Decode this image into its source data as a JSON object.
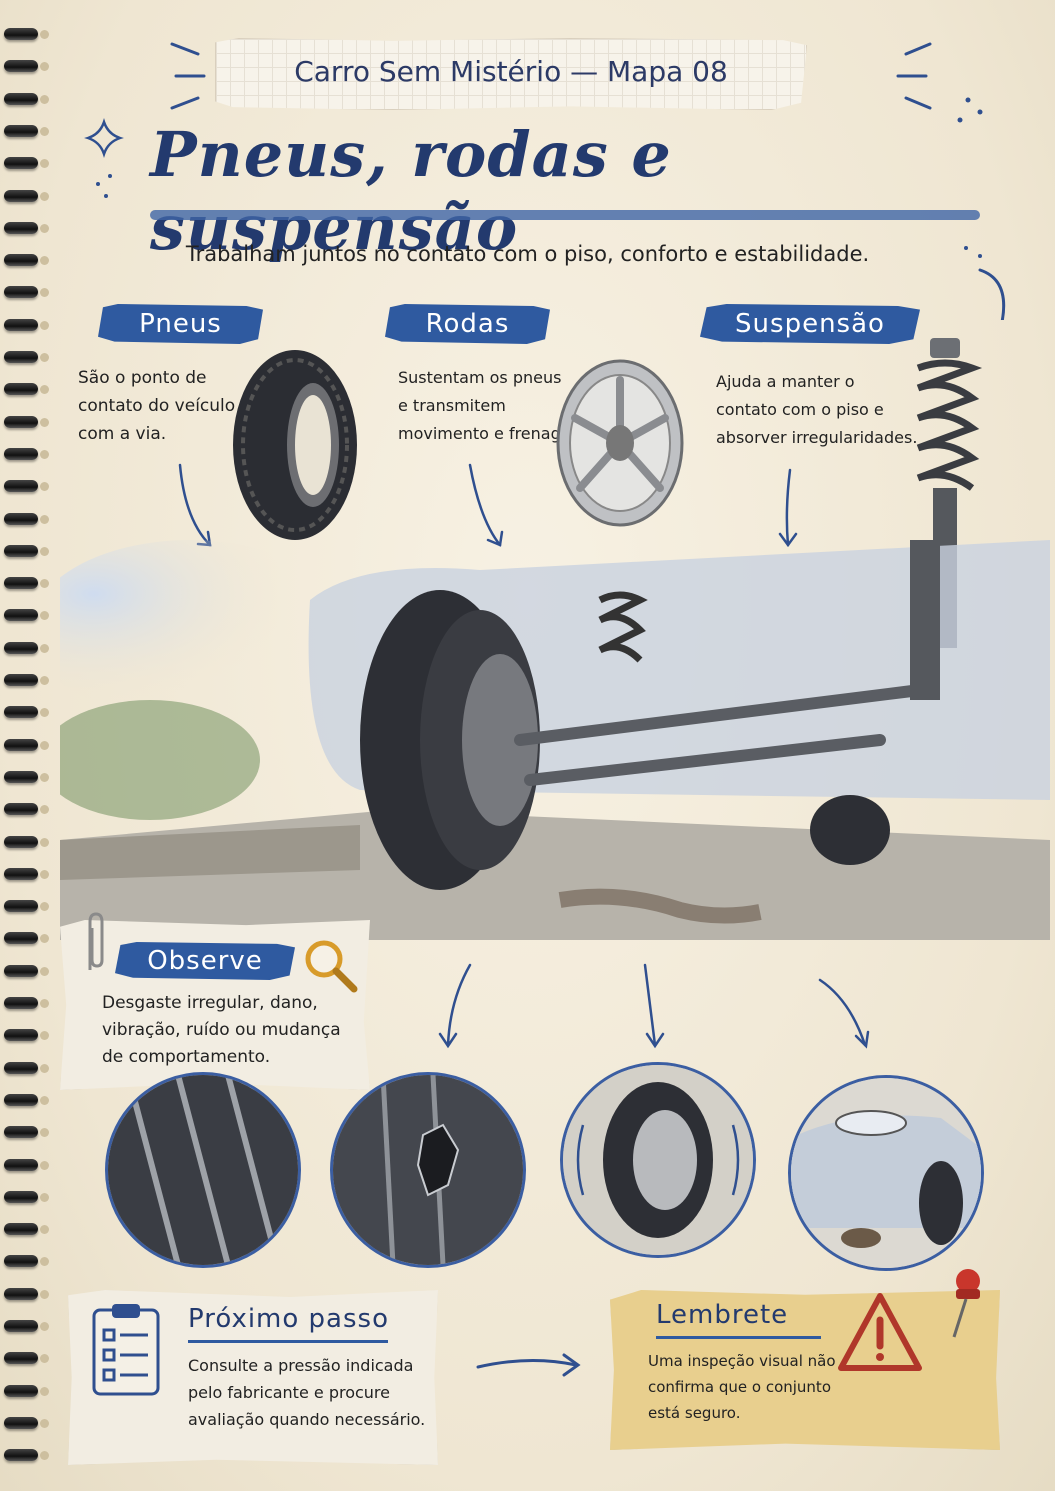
{
  "header": {
    "series": "Carro Sem Mistério — Mapa 08"
  },
  "title": "Pneus, rodas e suspensão",
  "subtitle": "Trabalham juntos no contato com o piso, conforto e estabilidade.",
  "sections": [
    {
      "label": "Pneus",
      "lines": [
        "São o ponto de",
        "contato do veículo",
        "com a via."
      ]
    },
    {
      "label": "Rodas",
      "lines": [
        "Sustentam os pneus",
        "e transmitem",
        "movimento e frenagem."
      ]
    },
    {
      "label": "Suspensão",
      "lines": [
        "Ajuda a manter o",
        "contato com o piso e",
        "absorver irregularidades."
      ]
    }
  ],
  "observe": {
    "label": "Observe",
    "lines": [
      "Desgaste irregular, dano,",
      "vibração, ruído ou mudança",
      "de comportamento."
    ]
  },
  "next_step": {
    "label": "Próximo passo",
    "lines": [
      "Consulte a pressão indicada",
      "pelo fabricante e procure",
      "avaliação quando necessário."
    ]
  },
  "reminder": {
    "label": "Lembrete",
    "lines": [
      "Uma inspeção visual não",
      "confirma que o conjunto",
      "está seguro."
    ]
  },
  "colors": {
    "accent": "#2f5aa0",
    "ink": "#233a6e",
    "reminder_bg": "#e8cf8e",
    "warning": "#b0372a"
  }
}
